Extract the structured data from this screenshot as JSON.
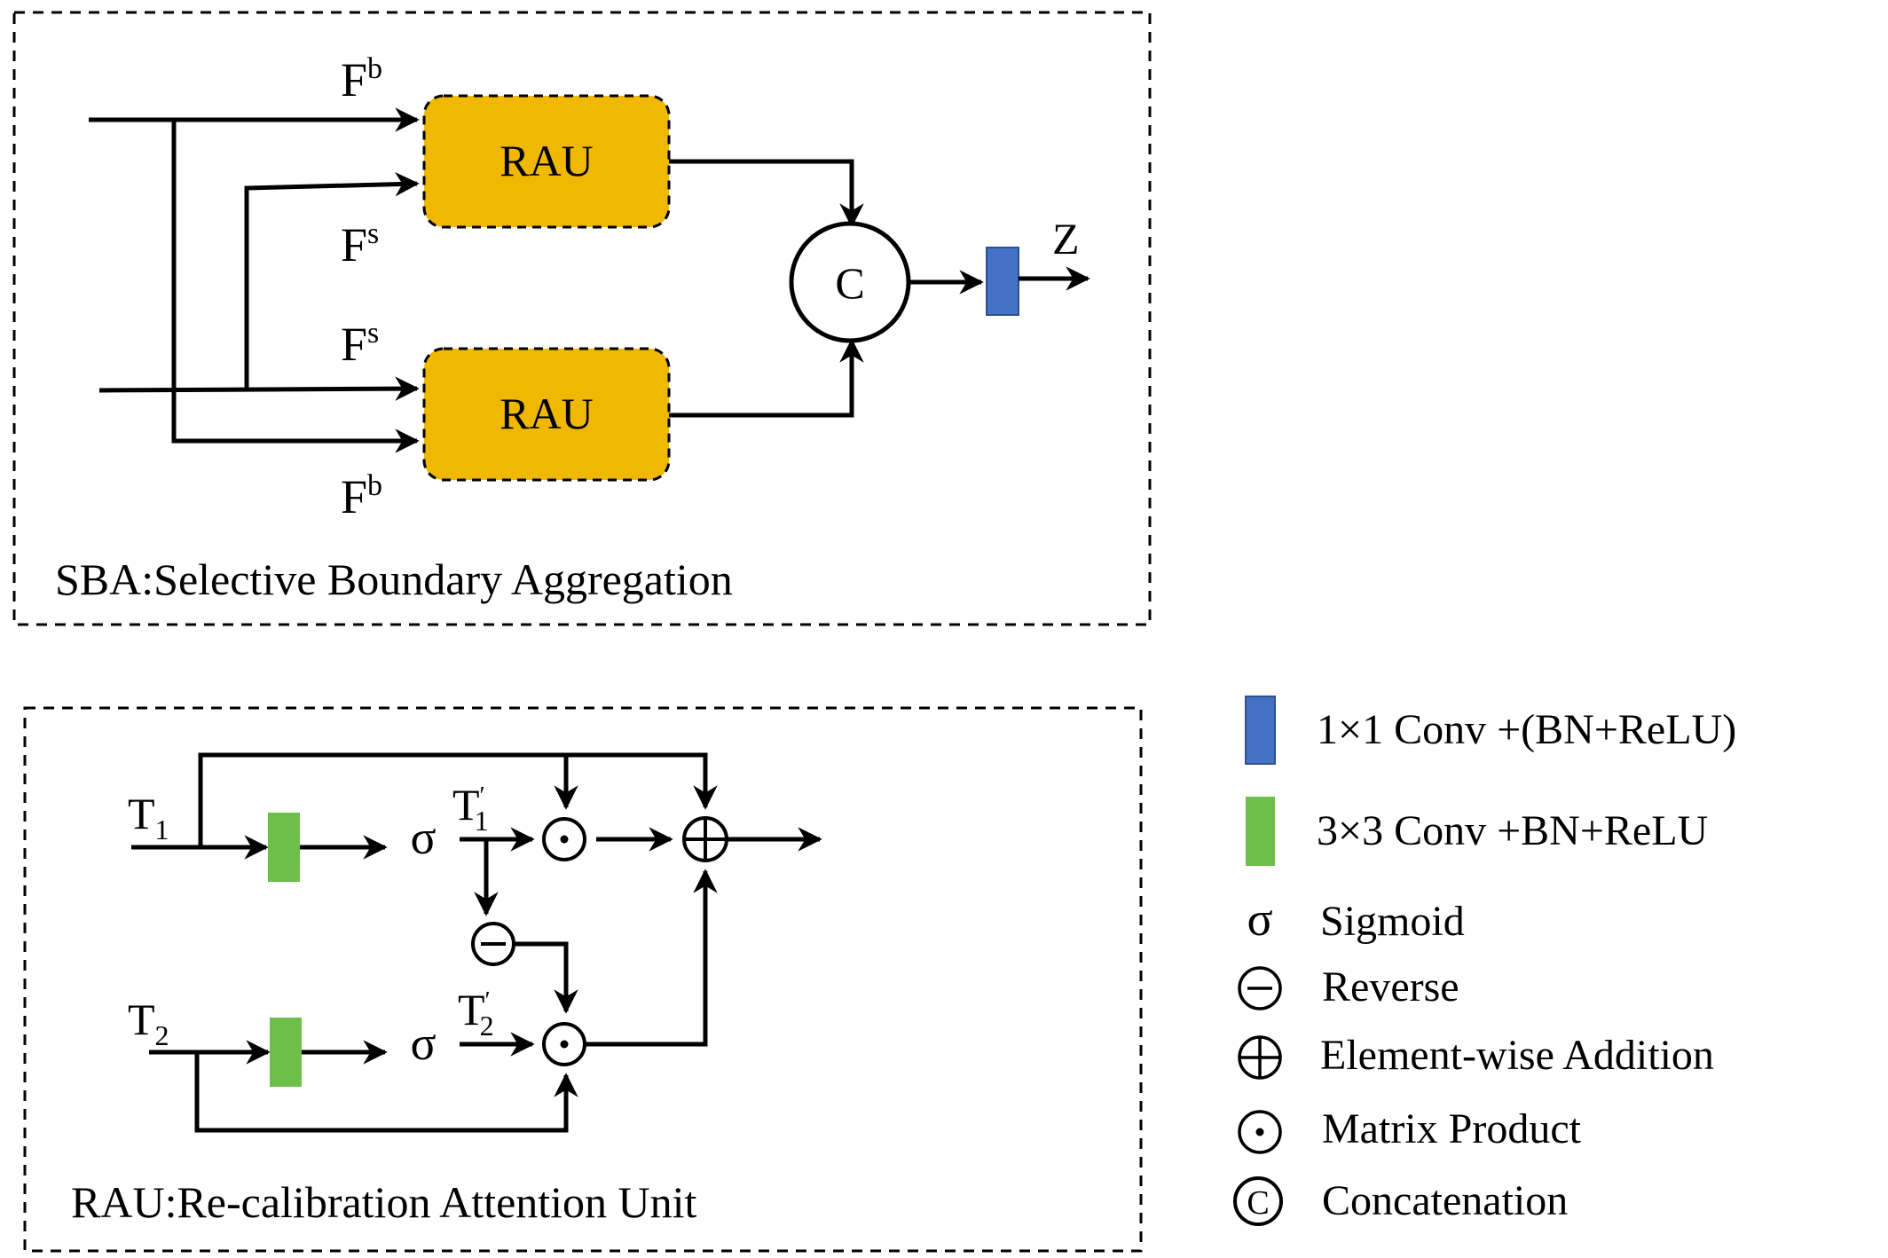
{
  "sba": {
    "title": "SBA:Selective Boundary Aggregation",
    "rau_top_label": "RAU",
    "rau_bottom_label": "RAU",
    "concat_label": "C",
    "output_label": "Z",
    "inputs": {
      "fb_top": {
        "base": "F",
        "sup": "b"
      },
      "fs_top": {
        "base": "F",
        "sup": "s"
      },
      "fs_bottom": {
        "base": "F",
        "sup": "s"
      },
      "fb_bottom": {
        "base": "F",
        "sup": "b"
      }
    }
  },
  "rau": {
    "title": "RAU:Re-calibration Attention Unit",
    "t1": {
      "base": "T",
      "sub": "1"
    },
    "t2": {
      "base": "T",
      "sub": "2"
    },
    "t1_prime": {
      "base": "T",
      "sub": "1",
      "prime": "′"
    },
    "t2_prime": {
      "base": "T",
      "sub": "2",
      "prime": "′"
    },
    "sigma_symbol": "σ"
  },
  "legend": {
    "items": [
      {
        "symbol": "",
        "label": "1×1 Conv +(BN+ReLU)"
      },
      {
        "symbol": "",
        "label": "3×3 Conv +BN+ReLU"
      },
      {
        "symbol": "σ",
        "label": "Sigmoid"
      },
      {
        "symbol": "⊖",
        "label": "Reverse"
      },
      {
        "symbol": "⊕",
        "label": "Element-wise Addition"
      },
      {
        "symbol": "⊙",
        "label": "Matrix Product"
      },
      {
        "symbol": "©",
        "label": "Concatenation"
      }
    ]
  },
  "colors": {
    "rau_fill": "#f0b800",
    "conv1x1": "#4472c4",
    "conv3x3": "#6ebe4a"
  }
}
